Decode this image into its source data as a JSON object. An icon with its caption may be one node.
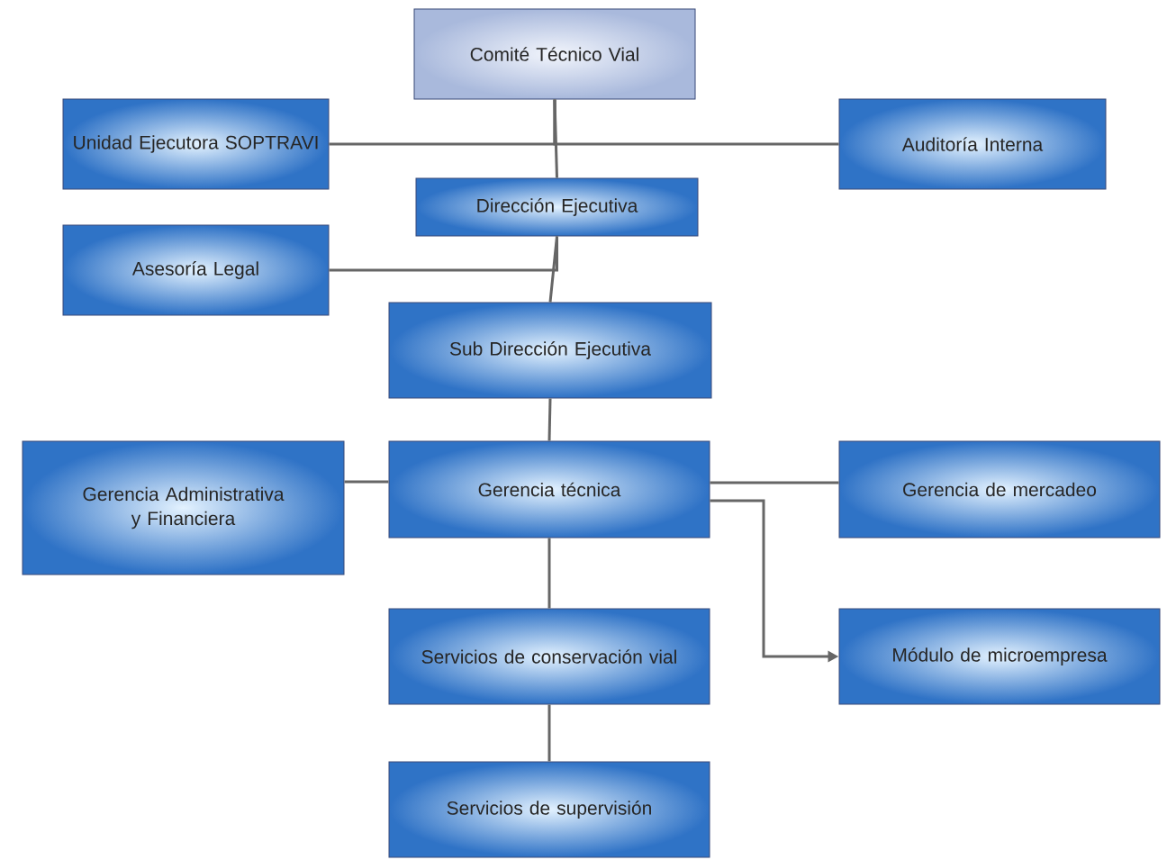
{
  "diagram": {
    "nodes": [
      {
        "text": [
          "Comité Técnico Vial"
        ]
      },
      {
        "text": [
          "Unidad Ejecutora SOPTRAVI"
        ]
      },
      {
        "text": [
          "Auditoría Interna"
        ]
      },
      {
        "text": [
          "Dirección Ejecutiva"
        ]
      },
      {
        "text": [
          "Asesoría Legal"
        ]
      },
      {
        "text": [
          "Sub Dirección Ejecutiva"
        ]
      },
      {
        "text": [
          "Gerencia Administrativa y Financiera"
        ]
      },
      {
        "text": [
          "Gerencia técnica"
        ]
      },
      {
        "text": [
          "Gerencia de mercadeo"
        ]
      },
      {
        "text": [
          "Servicios de conservación vial"
        ]
      },
      {
        "text": [
          "Módulo de microempresa"
        ]
      },
      {
        "text": [
          "Servicios de supervisión"
        ]
      }
    ],
    "edges": [
      {
        "from": 0,
        "to": 1,
        "arrow": "none"
      },
      {
        "from": 0,
        "to": 2,
        "arrow": "none"
      },
      {
        "from": 0,
        "to": 3,
        "arrow": "none"
      },
      {
        "from": 3,
        "to": 4,
        "arrow": "none"
      },
      {
        "from": 3,
        "to": 5,
        "arrow": "none"
      },
      {
        "from": 5,
        "to": 7,
        "arrow": "none"
      },
      {
        "from": 7,
        "to": 6,
        "arrow": "none"
      },
      {
        "from": 7,
        "to": 8,
        "arrow": "none"
      },
      {
        "from": 7,
        "to": 10,
        "arrow": "to"
      },
      {
        "from": 7,
        "to": 9,
        "arrow": "none"
      },
      {
        "from": 9,
        "to": 11,
        "arrow": "none"
      }
    ]
  }
}
